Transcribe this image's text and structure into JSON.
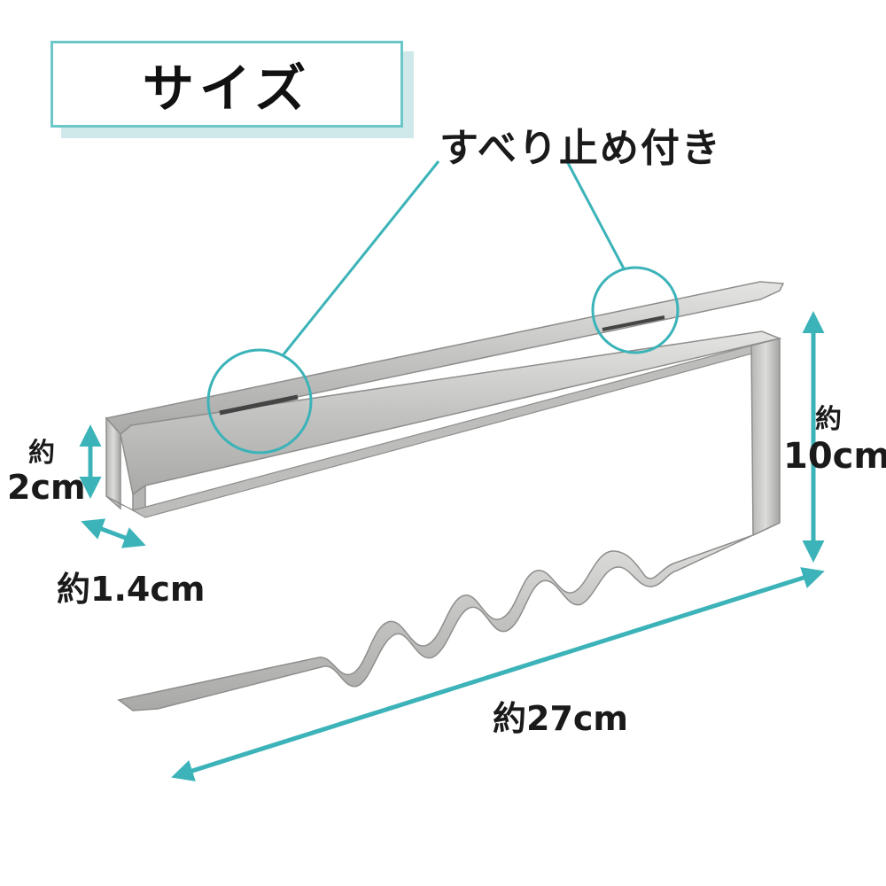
{
  "title": "サイズ",
  "callout": "すべり止め付き",
  "dimensions": {
    "thickness": "約1.4cm",
    "gap_prefix": "約",
    "gap_value": "2cm",
    "height_prefix": "約",
    "height_value": "10cm",
    "length": "約27cm"
  },
  "colors": {
    "accent": "#3bb3b8",
    "accent_light": "#cfe9ea",
    "metal": "#c8c8c6",
    "metal_dark": "#8e8e8c",
    "text": "#1a1a1a"
  },
  "icons": {
    "title_decoration": "pixel-square-corner-icon",
    "arrows": "double-headed-arrow-icon",
    "zoom": "magnifier-circle-icon"
  }
}
